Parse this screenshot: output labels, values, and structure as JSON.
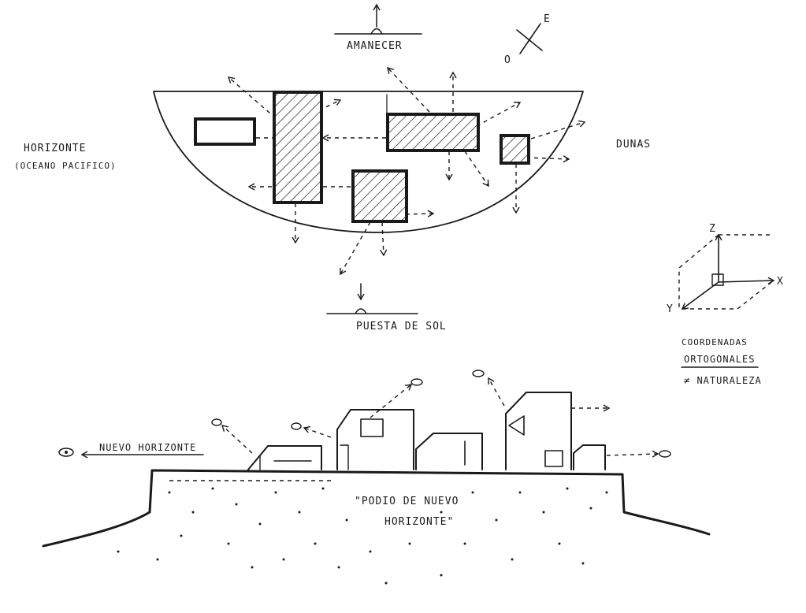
{
  "labels": {
    "amanecer": "AMANECER",
    "este": "E",
    "oeste": "O",
    "horizonte": "HORIZONTE",
    "oceano": "(OCEANO PACIFICO)",
    "dunas": "DUNAS",
    "puesta": "PUESTA DE SOL",
    "axis_z": "Z",
    "axis_x": "X",
    "axis_y": "Y",
    "coordenadas": "COORDENADAS",
    "ortogonales": "ORTOGONALES",
    "naturaleza": "≠ NATURALEZA",
    "nuevo_horizonte": "NUEVO HORIZONTE",
    "podio_1": "\"PODIO DE NUEVO",
    "podio_2": "HORIZONTE\""
  },
  "colors": {
    "ink": "#1a1a1a",
    "paper": "#ffffff"
  }
}
